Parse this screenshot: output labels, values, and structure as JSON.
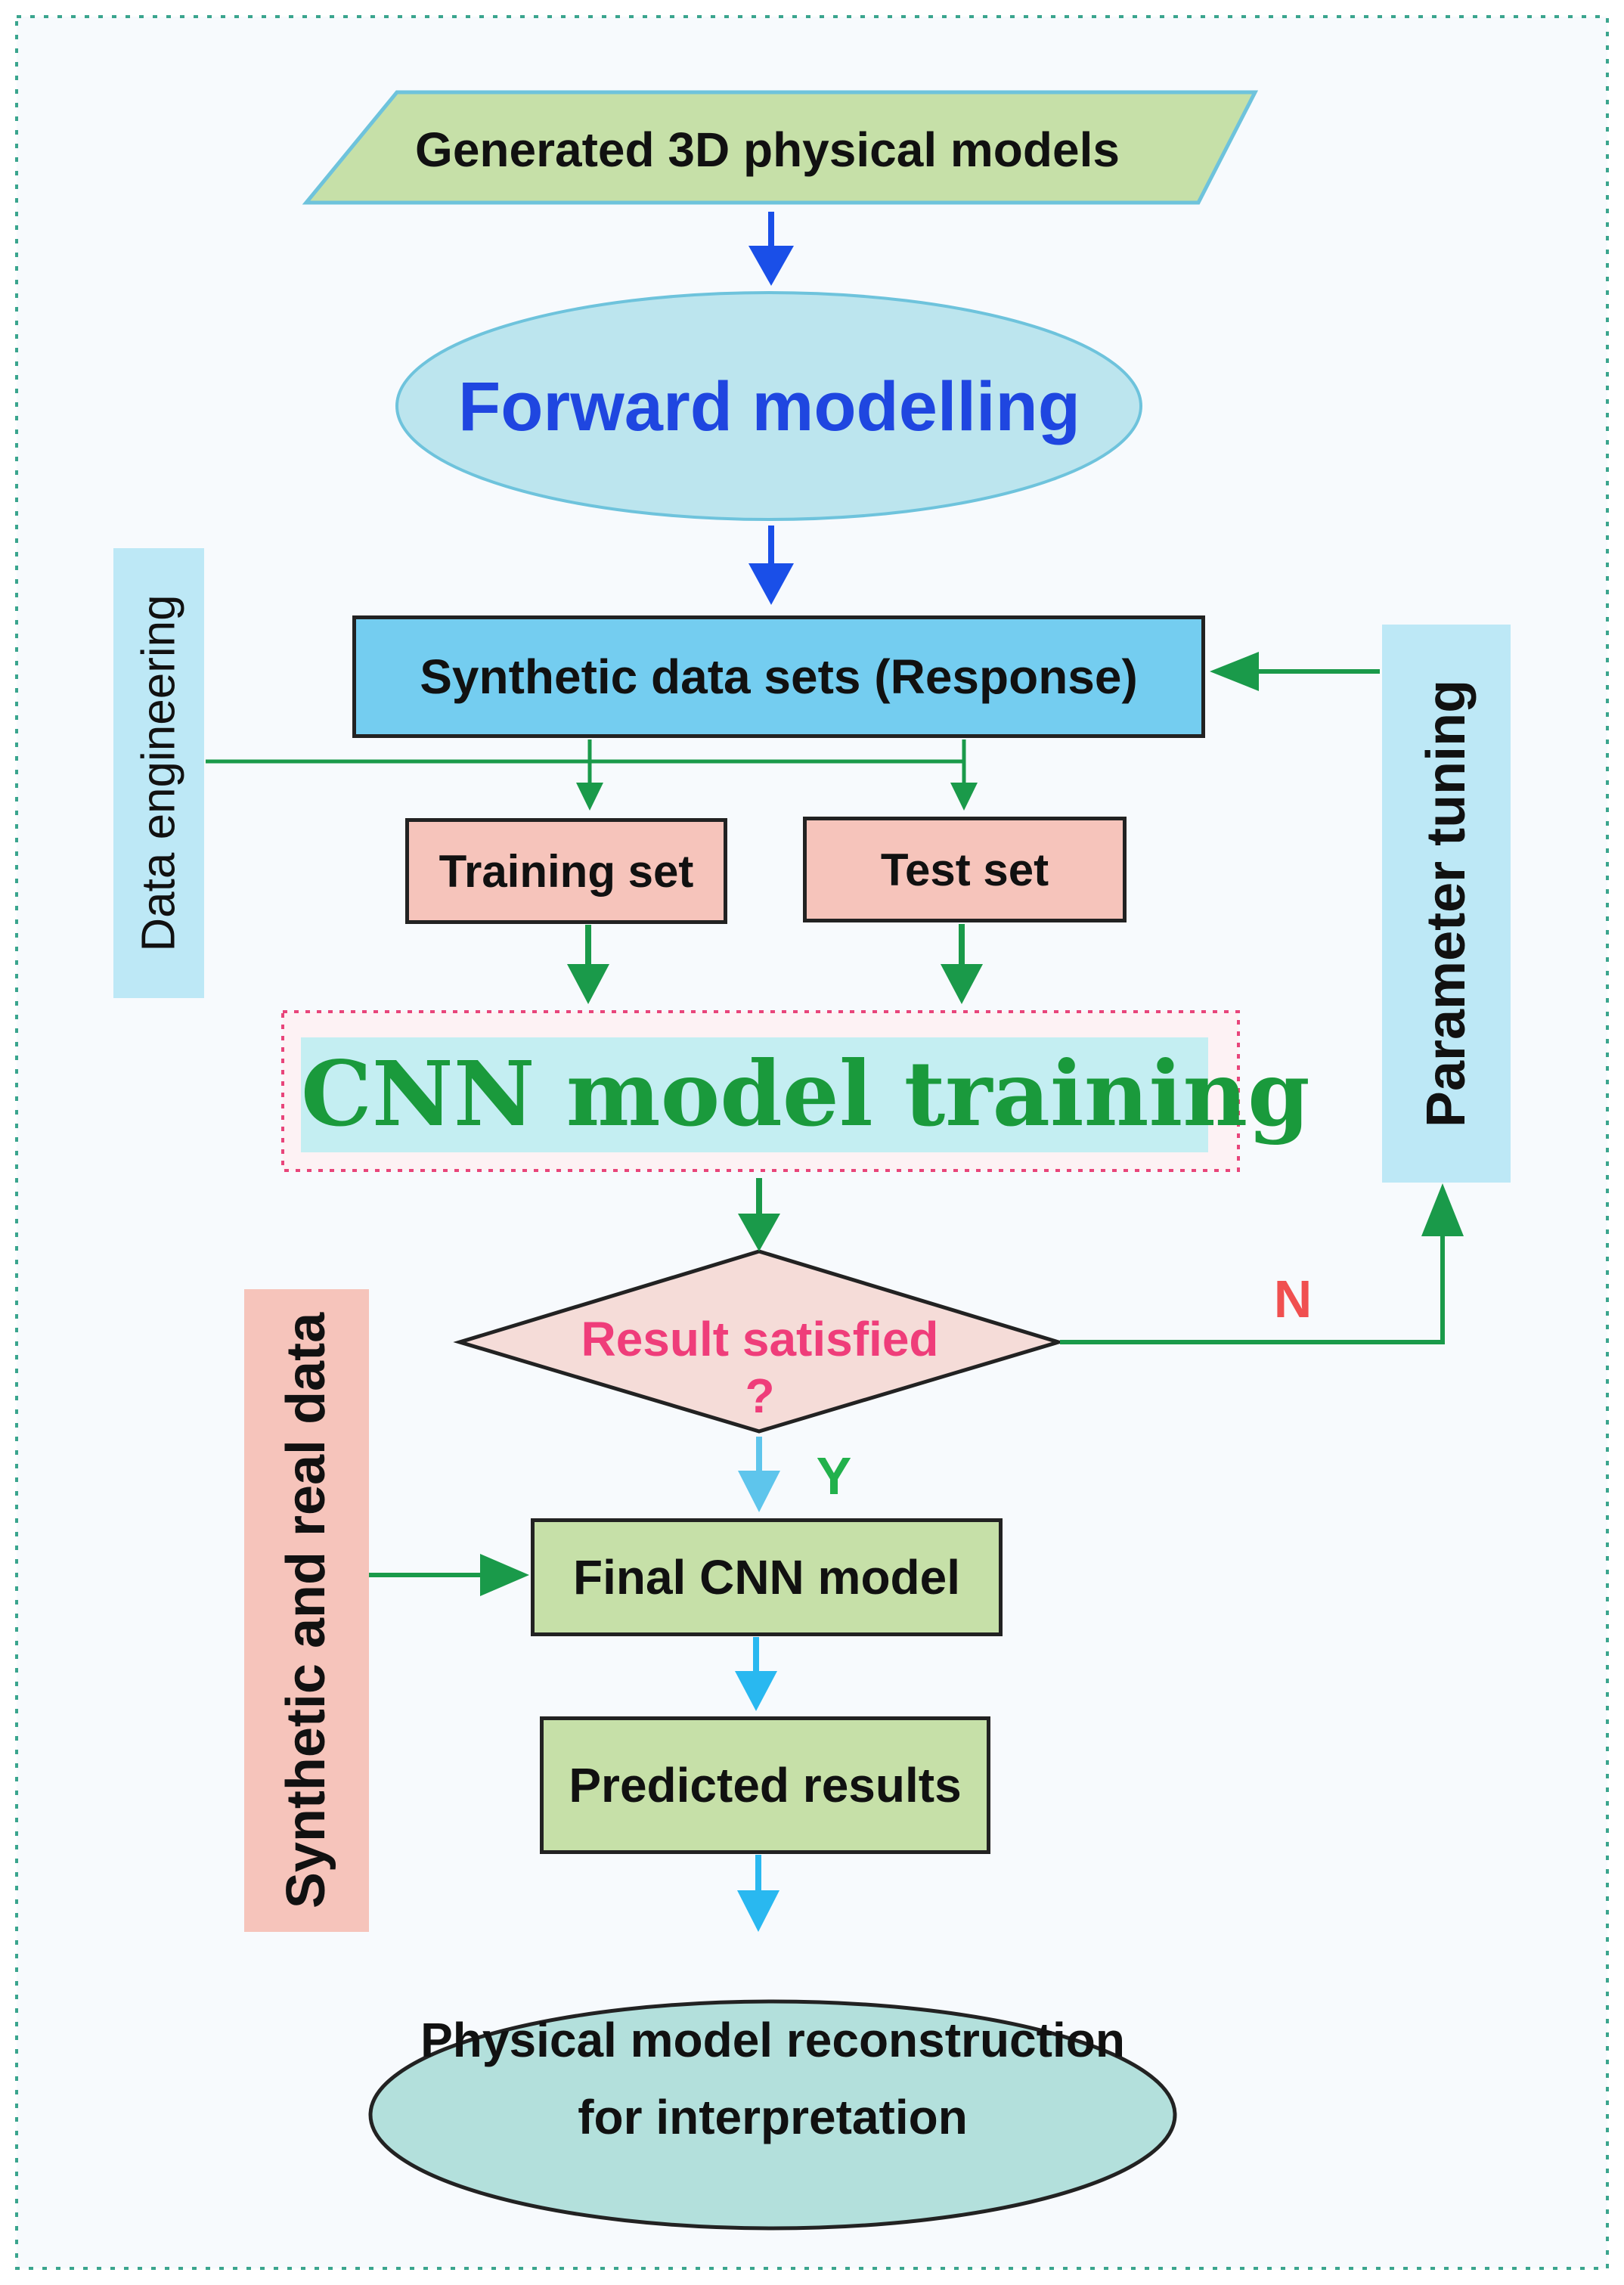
{
  "nodes": {
    "generated_models": "Generated 3D physical models",
    "forward_modelling": "Forward modelling",
    "synthetic_data_sets": "Synthetic data sets (Response)",
    "training_set": "Training set",
    "test_set": "Test set",
    "cnn_training": "CNN model training",
    "decision_line1": "Result satisfied",
    "decision_line2": "?",
    "final_model": "Final CNN model",
    "predicted_results": "Predicted results",
    "reconstruction_line1": "Physical model reconstruction",
    "reconstruction_line2": "for interpretation"
  },
  "side_labels": {
    "data_engineering": "Data engineering",
    "parameter_tuning": "Parameter tuning",
    "synthetic_real_data": "Synthetic and real data"
  },
  "edge_labels": {
    "no": "N",
    "yes": "Y"
  },
  "colors": {
    "frame_dotted": "#3aa58e",
    "parallelogram_fill": "#c6e0a8",
    "parallelogram_stroke": "#6ec3dc",
    "ellipse_fill": "#bce5ee",
    "forward_text": "#1f46e0",
    "synthetic_box_fill": "#74cdf0",
    "set_box_fill": "#f6c4bb",
    "cnn_text": "#1a9a3c",
    "cnn_bg": "#c4eef2",
    "cnn_border": "#e8457a",
    "diamond_fill": "#f5dcd8",
    "decision_text": "#ef3d7a",
    "green_box_fill": "#c6e0a8",
    "bottom_ellipse_fill": "#b3e0dc",
    "side_blue": "#bde8f6",
    "side_pink": "#f6c4bb",
    "arrow_blue": "#1a4fe8",
    "arrow_green": "#1a9a4a",
    "arrow_light_blue": "#29b8f0",
    "no_label": "#f05050",
    "yes_label": "#22b14c"
  }
}
